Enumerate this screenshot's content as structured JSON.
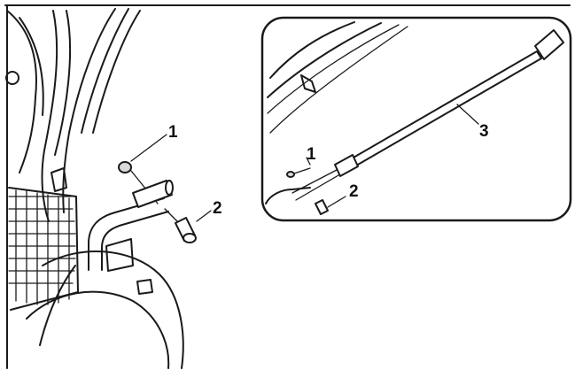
{
  "callouts": {
    "main_1": "1",
    "main_2": "2",
    "inset_1": "1",
    "inset_2": "2",
    "inset_3": "3"
  },
  "colors": {
    "ink": "#1a1a1a",
    "background": "#ffffff"
  }
}
